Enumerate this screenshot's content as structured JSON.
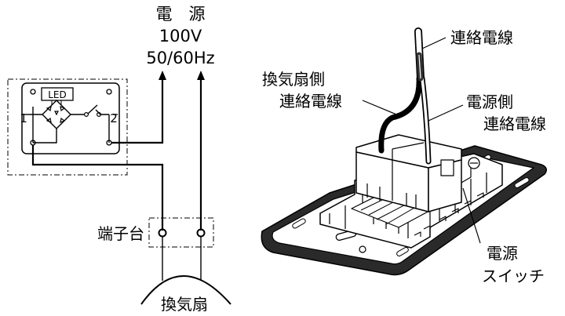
{
  "labels": {
    "power_title": "電　源",
    "power_voltage": "100V",
    "power_freq": "50/60Hz",
    "led": "LED",
    "terminal_1": "1",
    "terminal_2": "2",
    "terminal_block": "端子台",
    "fan": "換気扇",
    "connecting_wire": "連絡電線",
    "fan_side_line1": "換気扇側",
    "fan_side_line2": "連絡電線",
    "power_side_line1": "電源側",
    "power_side_line2": "連絡電線",
    "switch_line1": "電源",
    "switch_line2": "スイッチ"
  }
}
